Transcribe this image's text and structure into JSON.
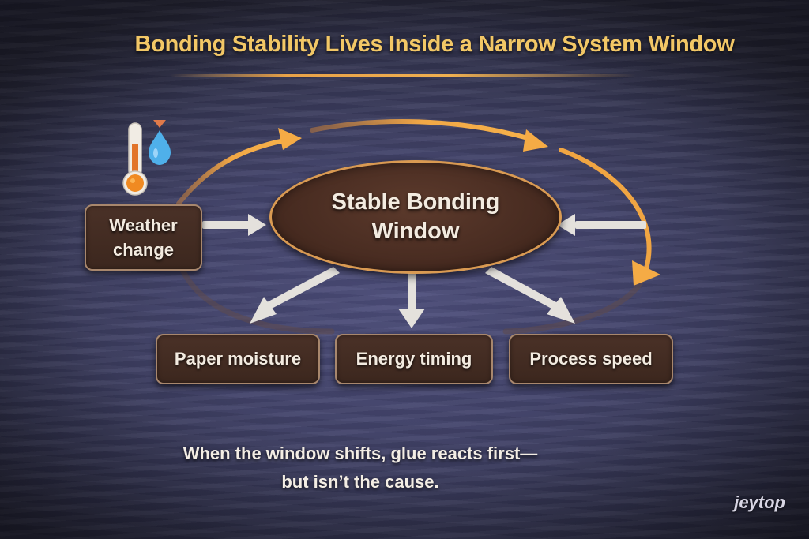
{
  "title": "Bonding Stability Lives Inside a Narrow System Window",
  "center": {
    "line1": "Stable Bonding",
    "line2": "Window"
  },
  "nodes": {
    "weather": {
      "line1": "Weather",
      "line2": "change",
      "icons": [
        "thermometer-icon",
        "water-drop-icon"
      ]
    },
    "outputs": [
      {
        "label": "Paper moisture"
      },
      {
        "label": "Energy timing"
      },
      {
        "label": "Process speed"
      }
    ]
  },
  "caption": {
    "line1": "When the window shifts, glue reacts first—",
    "line2": "but isn’t the cause."
  },
  "brand": "jeytop",
  "colors": {
    "title": "#f2c766",
    "accent_orange": "#f0a542",
    "panel_brown": "#4a2d22",
    "panel_border": "#d99a52",
    "arrow_white": "#e4e1dc",
    "background": "#43446c"
  }
}
